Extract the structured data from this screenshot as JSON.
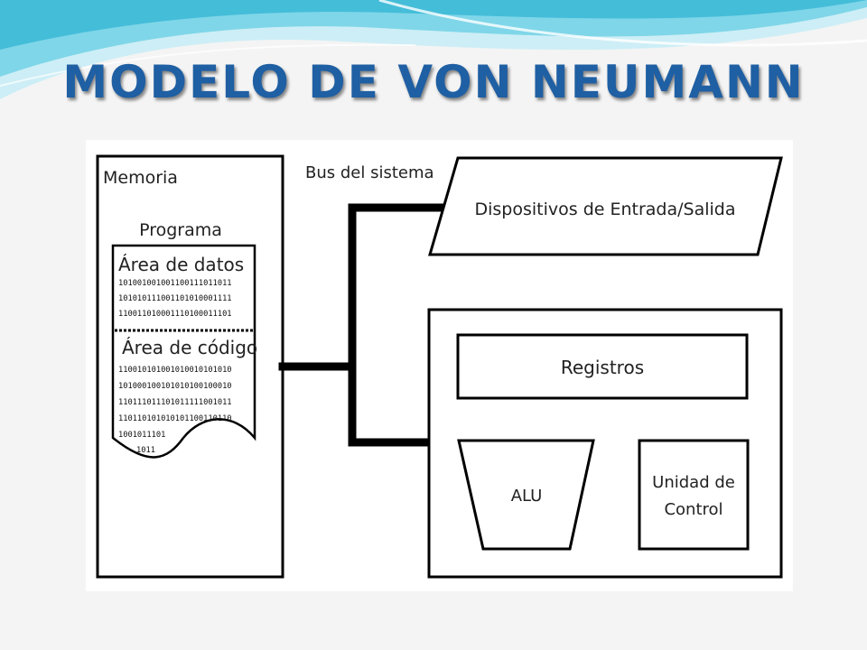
{
  "slide": {
    "title": "MODELO DE VON NEUMANN",
    "title_color": "#1f5fa3",
    "background_color": "#f4f4f4",
    "wave_colors": [
      "#7fd6e8",
      "#3ab8d6",
      "#cdeef6"
    ]
  },
  "diagram": {
    "memory": {
      "label": "Memoria",
      "program_label": "Programa",
      "data_area_label": "Área de datos",
      "code_area_label": "Área de código",
      "data_binary": [
        "101001001001100111011011",
        "101010111001101010001111",
        "110011010001110100011101"
      ],
      "code_binary": [
        "110010101001010010101010",
        "101000100101010100100010",
        "110111011101011111001011",
        "110110101010101100110110",
        "1001011101",
        "1011"
      ]
    },
    "bus_label": "Bus del sistema",
    "io_label": "Dispositivos de Entrada/Salida",
    "cpu": {
      "registers_label": "Registros",
      "alu_label": "ALU",
      "control_label_line1": "Unidad de",
      "control_label_line2": "Control"
    }
  }
}
